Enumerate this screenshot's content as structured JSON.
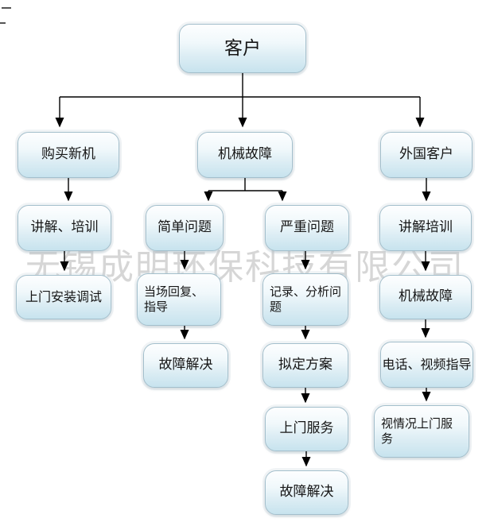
{
  "watermark": "无锡成明环保科技有限公司",
  "nodes": {
    "customer": {
      "label": "客户"
    },
    "buy_new": {
      "label": "购买新机"
    },
    "mech_fault": {
      "label": "机械故障"
    },
    "foreign": {
      "label": "外国客户"
    },
    "explain_train": {
      "label": "讲解、培训"
    },
    "simple_problem": {
      "label": "简单问题"
    },
    "serious_problem": {
      "label": "严重问题"
    },
    "explain_train2": {
      "label": "讲解培训"
    },
    "onsite_install": {
      "label": "上门安装调试"
    },
    "onspot_reply": {
      "label": "当场回复、指导"
    },
    "record_analyze": {
      "label": "记录、分析问题"
    },
    "mech_fault2": {
      "label": "机械故障"
    },
    "fault_solved_simple": {
      "label": "故障解决"
    },
    "draft_plan": {
      "label": "拟定方案"
    },
    "phone_video": {
      "label": "电话、视频指导"
    },
    "onsite_service": {
      "label": "上门服务"
    },
    "onsite_as_needed": {
      "label": "视情况上门服务"
    },
    "fault_solved_serious": {
      "label": "故障解决"
    }
  },
  "edge_color": "#000000",
  "accent_box_fill": "#c7e3ee",
  "accent_box_border": "#a3bfcc"
}
